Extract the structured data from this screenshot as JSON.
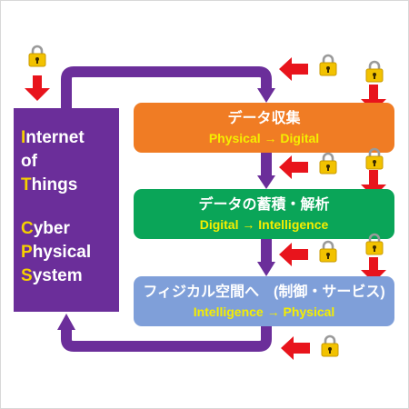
{
  "left_panel": {
    "lines": [
      {
        "initial": "I",
        "rest": "nternet"
      },
      {
        "initial": "",
        "rest": "of"
      },
      {
        "initial": "T",
        "rest": "hings"
      },
      {
        "initial": "C",
        "rest": "yber"
      },
      {
        "initial": "P",
        "rest": "hysical"
      },
      {
        "initial": "S",
        "rest": "ystem"
      }
    ]
  },
  "stages": [
    {
      "title": "データ収集",
      "subtitle": "Physical → Digital"
    },
    {
      "title": "データの蓄積・解析",
      "subtitle": "Digital → Intelligence"
    },
    {
      "title": "フィジカル空間へ　(制御・サービス)",
      "subtitle": "Intelligence → Physical"
    }
  ],
  "icons": {
    "lock": "padlock-icon",
    "arrow": "red-arrow-icon"
  },
  "colors": {
    "left_panel": "#6b2e9a",
    "flow_arrow": "#6b2e9a",
    "stage_1": "#f07c24",
    "stage_2": "#0aa558",
    "stage_3": "#7f9fd9",
    "title_text": "#ffffff",
    "subtitle_text": "#f5ee00",
    "highlight_letter": "#f5d000",
    "red_arrow": "#e8141c",
    "lock_body": "#f2c200"
  }
}
